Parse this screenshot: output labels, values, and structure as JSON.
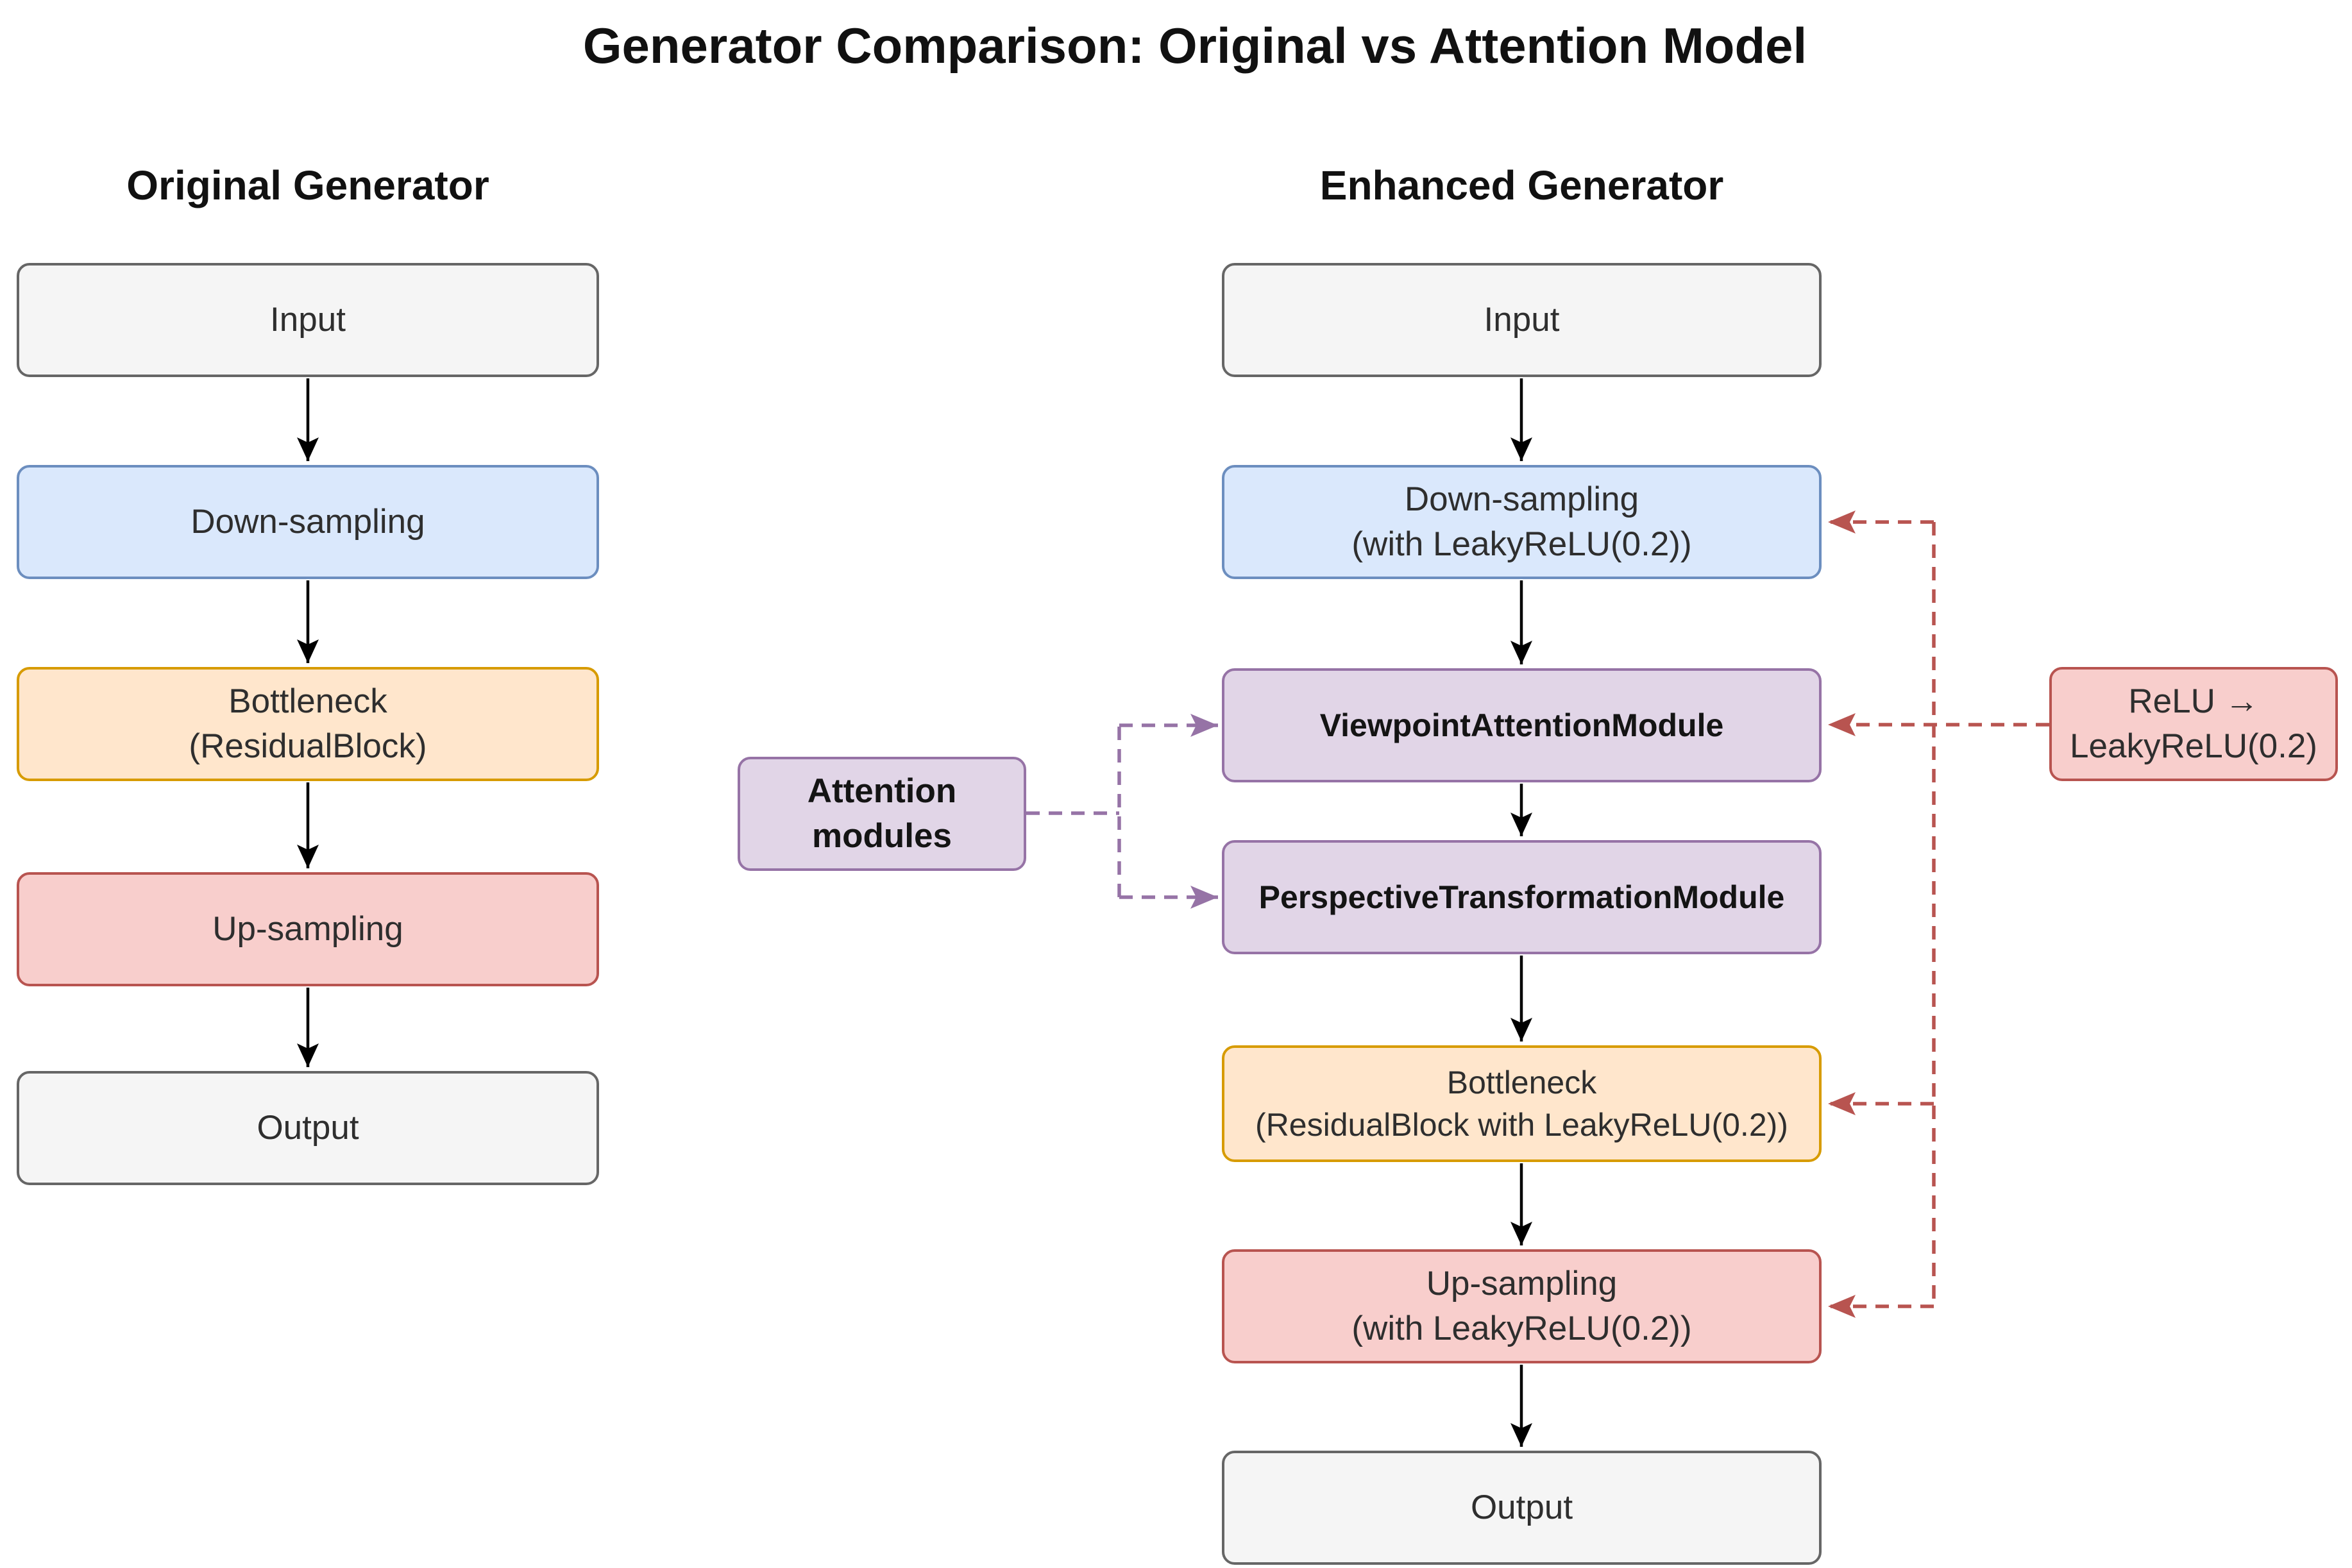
{
  "title": "Generator Comparison: Original vs Attention Model",
  "original": {
    "heading": "Original Generator",
    "nodes": {
      "input": "Input",
      "down": "Down-sampling",
      "bottleneck": "Bottleneck\n(ResidualBlock)",
      "up": "Up-sampling",
      "output": "Output"
    }
  },
  "enhanced": {
    "heading": "Enhanced Generator",
    "nodes": {
      "input": "Input",
      "down": "Down-sampling\n(with LeakyReLU(0.2))",
      "viewpoint": "ViewpointAttentionModule",
      "perspective": "PerspectiveTransformationModule",
      "bottleneck": "Bottleneck\n(ResidualBlock with LeakyReLU(0.2))",
      "up": "Up-sampling\n(with LeakyReLU(0.2))",
      "output": "Output"
    }
  },
  "callouts": {
    "attention": "Attention\nmodules",
    "relu": "ReLU →\nLeakyReLU(0.2)"
  },
  "colors": {
    "io_fill": "#F5F5F5",
    "io_border": "#666666",
    "downsampling_fill": "#DAE8FC",
    "downsampling_border": "#6C8EBF",
    "bottleneck_fill": "#FFE6CC",
    "bottleneck_border": "#D79B00",
    "upsampling_fill": "#F8CECC",
    "upsampling_border": "#B85450",
    "attention_fill": "#E1D5E7",
    "attention_border": "#9673A6",
    "flow_arrow": "#000000",
    "relu_link": "#B85450",
    "attention_link": "#9673A6"
  }
}
